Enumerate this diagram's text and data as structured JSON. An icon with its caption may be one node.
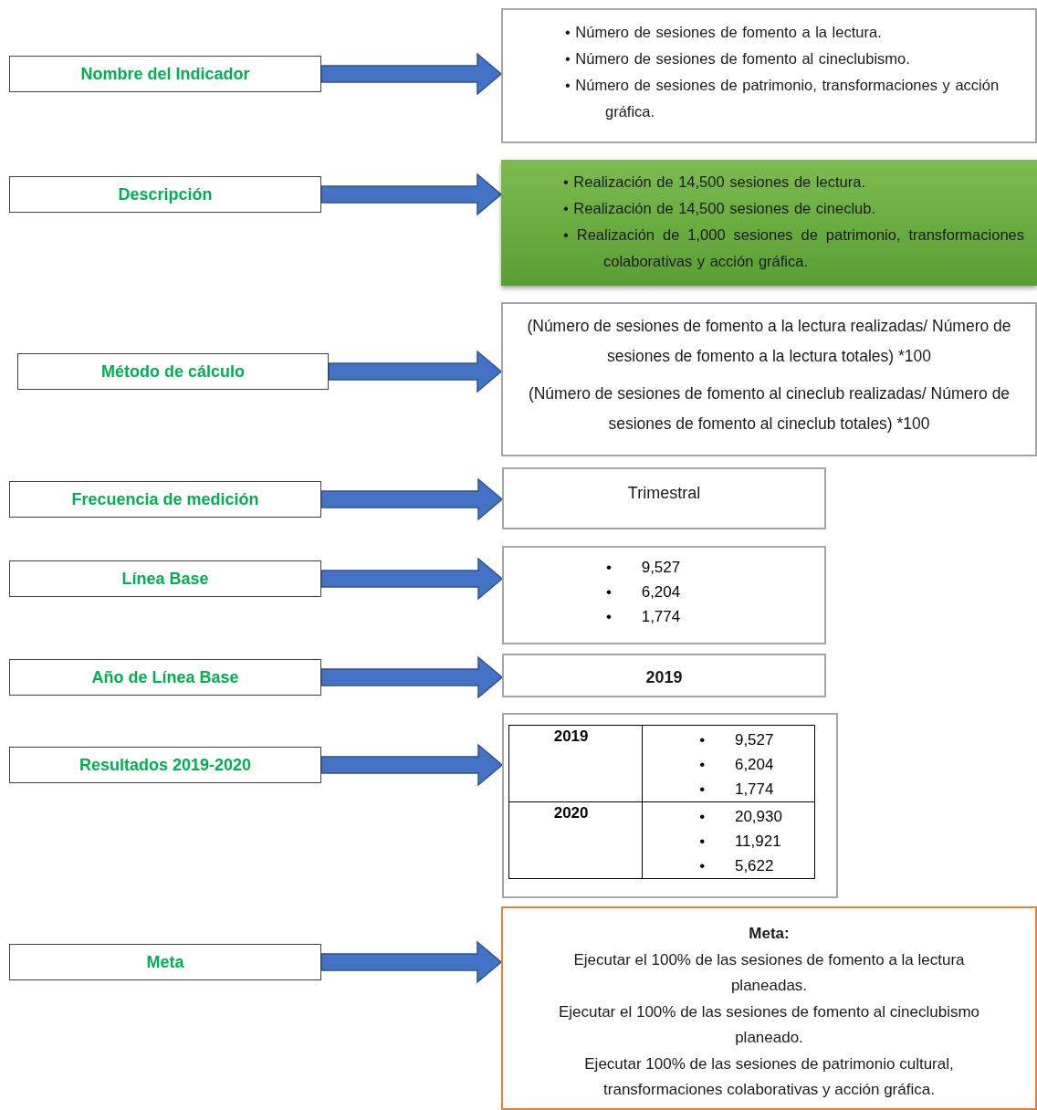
{
  "diagram": {
    "nodes": [
      {
        "text": [
          "Nombre del Indicador"
        ]
      },
      {
        "text": [
          "Descripción"
        ]
      },
      {
        "text": [
          "Método de cálculo"
        ]
      },
      {
        "text": [
          "Frecuencia de medición"
        ]
      },
      {
        "text": [
          "Línea Base"
        ]
      },
      {
        "text": [
          "Año de Línea Base"
        ]
      },
      {
        "text": [
          "Resultados 2019-2020"
        ]
      },
      {
        "text": [
          "Meta"
        ]
      },
      {
        "text": [
          "• Número de sesiones de fomento a la lectura.",
          "• Número de sesiones de fomento al cineclubismo.",
          "• Número de sesiones de patrimonio, transformaciones y acción gráfica."
        ]
      },
      {
        "text": [
          "• Realización de 14,500 sesiones de lectura.",
          "• Realización de 14,500 sesiones de cineclub.",
          "• Realización de 1,000 sesiones de patrimonio, transformaciones colaborativas y acción gráfica."
        ]
      },
      {
        "text": [
          "(Número de sesiones de fomento a la lectura realizadas/ Número de sesiones de fomento a la lectura totales) *100",
          "(Número de sesiones de fomento al cineclub realizadas/ Número de sesiones de fomento al cineclub totales) *100"
        ]
      },
      {
        "text": [
          "Trimestral"
        ]
      },
      {
        "text": [
          "• 9,527",
          "• 6,204",
          "• 1,774"
        ]
      },
      {
        "text": [
          "2019"
        ]
      },
      {
        "text": [
          "2019",
          "• 9,527",
          "• 6,204",
          "• 1,774",
          "2020",
          "• 20,930",
          "• 11,921",
          "• 5,622"
        ]
      },
      {
        "text": [
          "Meta:",
          "Ejecutar el 100% de las sesiones de fomento a la lectura planeadas.",
          "Ejecutar el 100% de las sesiones de fomento al cineclubismo planeado.",
          "Ejecutar 100% de las sesiones de patrimonio cultural, transformaciones colaborativas y acción gráfica."
        ]
      }
    ],
    "edges": [
      {
        "from": 0,
        "to": 8,
        "arrow": "to"
      },
      {
        "from": 1,
        "to": 9,
        "arrow": "to"
      },
      {
        "from": 2,
        "to": 10,
        "arrow": "to"
      },
      {
        "from": 3,
        "to": 11,
        "arrow": "to"
      },
      {
        "from": 4,
        "to": 12,
        "arrow": "to"
      },
      {
        "from": 5,
        "to": 13,
        "arrow": "to"
      },
      {
        "from": 6,
        "to": 14,
        "arrow": "to"
      },
      {
        "from": 7,
        "to": 15,
        "arrow": "to"
      }
    ]
  }
}
